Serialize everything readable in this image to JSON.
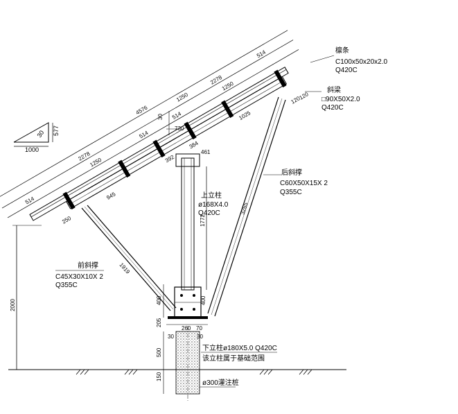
{
  "purlin": {
    "title": "檩条",
    "spec": "C100x50x20x2.0",
    "grade": "Q420C"
  },
  "beam": {
    "title": "斜梁",
    "spec": "□90X50X2.0",
    "grade": "Q420C"
  },
  "rear_brace": {
    "title": "后斜撑",
    "spec": "C60X50X15X 2",
    "grade": "Q355C"
  },
  "front_brace": {
    "title": "前斜撑",
    "spec": "C45X30X10X 2",
    "grade": "Q355C"
  },
  "upper_column": {
    "title": "上立柱",
    "spec": "ø168X4.0",
    "grade": "Q420C"
  },
  "lower_column": {
    "line1": "下立柱ø180X5.0  Q420C",
    "line2": "该立柱属于基础范围"
  },
  "pile": {
    "label": "ø300灌注桩"
  },
  "slope_triangle": {
    "rise": "577",
    "run": "1000",
    "angle": "30"
  },
  "dimensions": {
    "total_length": "4576",
    "top_left_half": "2278",
    "top_right_half": "2278",
    "left_overhang": "514",
    "right_overhang": "514",
    "mid_a": "514",
    "mid_b": "514",
    "left_span": "1250",
    "right_span": "1250",
    "beam_top": "1250",
    "beam_right": "1025",
    "beam_left": "945",
    "offset_a": "30",
    "offset_b": "730",
    "col_top": "461",
    "col_a": "392",
    "col_b": "384",
    "front_seg": "250",
    "right_end_a": "120",
    "right_end_b": "120",
    "rear_len": "3265",
    "front_len": "1919",
    "col_height": "1772",
    "ground_height": "2000",
    "base_400_l": "400",
    "base_400_r": "400",
    "base_205": "205",
    "base_w1": "260",
    "base_w2": "70",
    "base_w3": "30",
    "base_w4": "30",
    "depth_500": "500",
    "depth_150": "150"
  }
}
